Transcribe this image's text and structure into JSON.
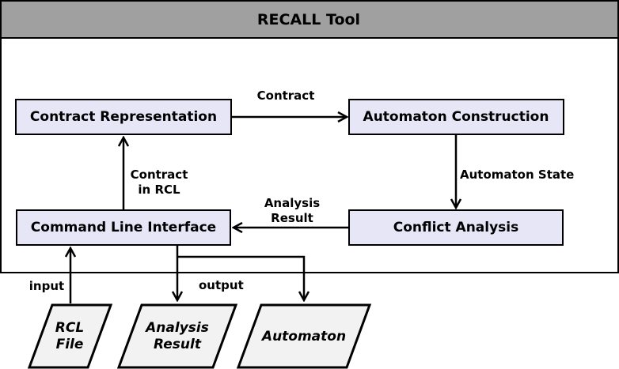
{
  "tool_title": "RECALL Tool",
  "components": {
    "contract_representation": "Contract Representation",
    "automaton_construction": "Automaton Construction",
    "command_line_interface": "Command Line Interface",
    "conflict_analysis": "Conflict Analysis"
  },
  "edge_labels": {
    "contract": "Contract",
    "automaton_state": "Automaton State",
    "contract_in_rcl_line1": "Contract",
    "contract_in_rcl_line2": "in RCL",
    "analysis_result_line1": "Analysis",
    "analysis_result_line2": "Result",
    "input": "input",
    "output": "output"
  },
  "io_items": {
    "rcl_file_line1": "RCL",
    "rcl_file_line2": "File",
    "analysis_result_line1": "Analysis",
    "analysis_result_line2": "Result",
    "automaton": "Automaton"
  },
  "colors": {
    "title_bar": "#a0a0a0",
    "component_fill": "#e6e6f7",
    "io_fill": "#f2f2f2",
    "stroke": "#000000"
  }
}
